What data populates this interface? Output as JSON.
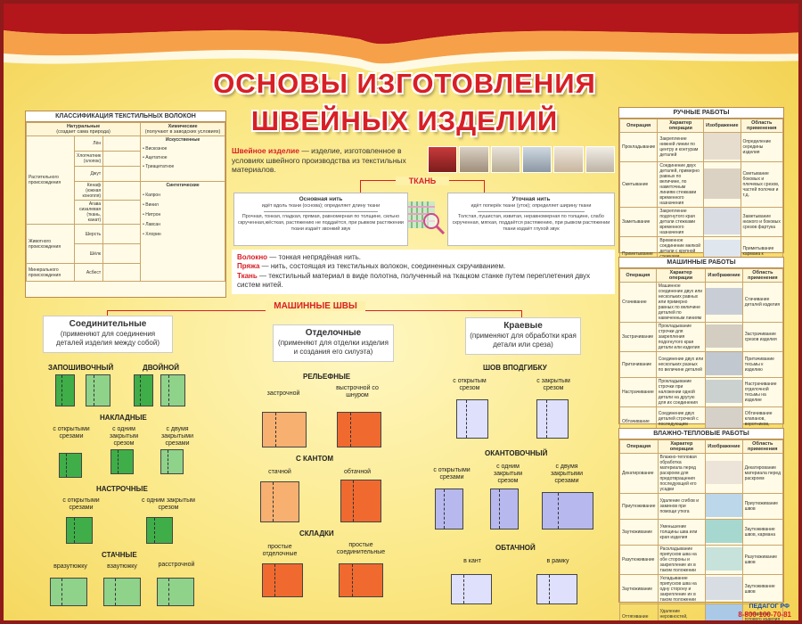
{
  "title": {
    "line1": "ОСНОВЫ ИЗГОТОВЛЕНИЯ",
    "line2": "ШВЕЙНЫХ ИЗДЕЛИЙ"
  },
  "classification": {
    "title": "КЛАССИФИКАЦИЯ ТЕКСТИЛЬНЫХ ВОЛОКОН",
    "natural": "Натуральные",
    "natural_sub": "(создает сама природа)",
    "chemical": "Химические",
    "chemical_sub": "(получают в заводских условиях)",
    "groups": [
      "Растительного происхождения",
      "Животного происхождения",
      "Минерального происхождения"
    ],
    "plants": [
      "Лён",
      "Хлопчатник (хлопок)",
      "Джут",
      "Кенаф (южная конопля)",
      "Агава сизалевая (ткань, канат)"
    ],
    "animal": [
      "Шерсть",
      "Шёлк"
    ],
    "mineral": [
      "Асбест"
    ],
    "artificial": "Искусственные",
    "artificial_items": [
      "Вискозное",
      "Ацетатное",
      "Триацетатное"
    ],
    "synthetic": "Синтетические",
    "synthetic_items": [
      "Капрон",
      "Винил",
      "Нитрон",
      "Лавсан",
      "Хлорин"
    ]
  },
  "center": {
    "def_term": "Швейное изделие",
    "def_text": " — изделие, изготовленное в условиях швейного производства из текстильных материалов.",
    "fabric": "ТКАНЬ",
    "warp_title": "Основная нить",
    "warp_sub": "идёт вдоль ткани (основа); определяет длину ткани",
    "warp_text": "Прочная, тонкая, гладкая, прямая, равномерная по толщине, сильно скрученная,жёсткая, растяжению не поддаётся, при рывком растяжении ткани издаёт звонкий звук",
    "weft_title": "Уточная нить",
    "weft_sub": "идёт поперёк ткани (уток); определяет ширину ткани",
    "weft_text": "Толстая, пушистая, извитая, неравномерная по толщине, слабо скрученная, мягкая, поддаётся растяжению, при рывком растяжении ткани издаёт глухой звук",
    "fiber_term": "Волокно",
    "fiber_text": " — тонкая непрядёная нить.",
    "yarn_term": "Пряжа",
    "yarn_text": " — нить, состоящая из текстильных волокон, соединенных скручиванием.",
    "cloth_term": "Ткань",
    "cloth_text": " — текстильный материал в виде полотна, полученный на ткацком станке путем переплетения двух систем нитей."
  },
  "seams": {
    "heading": "МАШИННЫЕ ШВЫ",
    "cats": [
      {
        "name": "Соединительные",
        "desc": "(применяют для соединения деталей изделия между собой)"
      },
      {
        "name": "Отделочные",
        "desc": "(применяют для отделки изделия и создания его силуэта)"
      },
      {
        "name": "Краевые",
        "desc": "(применяют для обработки края детали или среза)"
      }
    ],
    "labels": {
      "zaposhiv": "ЗАПОШИВОЧНЫЙ",
      "dvoinoi": "ДВОЙНОЙ",
      "nakladnye": "НАКЛАДНЫЕ",
      "open_cuts": "с открытыми срезами",
      "one_closed": "с одним закрытым срезом",
      "two_closed": "с двумя закрытыми срезами",
      "nastrochnye": "НАСТРОЧНЫЕ",
      "open_cuts2": "с открытыми срезами",
      "one_closed2": "с одним закрытым срезом",
      "stachnye": "СТАЧНЫЕ",
      "vrazutyuzhku": "вразутюжку",
      "vzautyuzhku": "взаутюжку",
      "rasstrochnoy": "расстрочной",
      "relefnye": "РЕЛЬЕФНЫЕ",
      "zastrochnoy": "застрочной",
      "vystrochnoy": "выстрочной со шнуром",
      "s_kantom": "С КАНТОМ",
      "stachnoy": "стачной",
      "obtachnoy": "обтачной",
      "skladki": "СКЛАДКИ",
      "prostye_otdel": "простые отделочные",
      "prostye_soed": "простые соединительные",
      "vpodgibku": "ШОВ ВПОДГИБКУ",
      "open_cut_k": "с открытым срезом",
      "closed_cut_k": "с закрытым срезом",
      "okantovochny": "ОКАНТОВОЧНЫЙ",
      "open_cuts_k": "с открытыми срезами",
      "one_closed_k": "с одним закрытым срезом",
      "two_closed_k": "с двумя закрытыми срезами",
      "obtachnoy_k": "ОБТАЧНОЙ",
      "v_kant": "в кант",
      "v_ramku": "в рамку"
    }
  },
  "right_tables": [
    {
      "title": "РУЧНЫЕ РАБОТЫ",
      "cols": [
        "Операция",
        "Характер операции",
        "Изображение",
        "Область применения"
      ],
      "rows": [
        [
          "Прокладывание",
          "Закрепление нижней линии по центру и контурам деталей",
          "Определение середины изделия"
        ],
        [
          "Сметывание",
          "Соединение двух деталей, примерно равных по величине, по наметочным линиям стежками временного назначения",
          "Сметывание боковых и плечевых срезов, частей полочки и т.д."
        ],
        [
          "Заметывание",
          "Закрепление подогнутого края детали стежками временного назначения",
          "Заметывание низкого и боковых срезов фартука"
        ],
        [
          "Приметывание",
          "Временное соединение мелкой детали с крупной стежками временного назначения",
          "Приметывание кармана к изделию"
        ]
      ]
    },
    {
      "title": "МАШИННЫЕ РАБОТЫ",
      "cols": [
        "Операция",
        "Характер операции",
        "Изображение",
        "Область применения"
      ],
      "rows": [
        [
          "Стачивание",
          "Машинное соединение двух или нескольких равных или примерно равных по величине деталей по намеченным линиям",
          "Стачивание деталей изделия"
        ],
        [
          "Застрачивание",
          "Прокладывание строчки для закрепления подогнутого края детали или изделия",
          "Застрачивание срезов изделия"
        ],
        [
          "Притачивание",
          "Соединение двух или нескольких разных по величине деталей",
          "Притачивание тесьмы к изделию"
        ],
        [
          "Настрачивание",
          "Прокладывание строчки при наложении одной детали на другую для их соединения",
          "Настрачивание отделочной тесьмы на изделие"
        ],
        [
          "Обтачивание",
          "Соединение двух деталей строчкой с последующим вывертыванием",
          "Обтачивание клапанов, воротников, манжет, пояса"
        ]
      ]
    },
    {
      "title": "ВЛАЖНО-ТЕПЛОВЫЕ РАБОТЫ",
      "cols": [
        "Операция",
        "Характер операции",
        "Изображение",
        "Область применения"
      ],
      "rows": [
        [
          "Декатирование",
          "Влажно-тепловая обработка материала перед раскроем для предотвращения последующей его усадки",
          "Декатирование материала перед раскроем"
        ],
        [
          "Приутюживание",
          "Удаление сгибов и заминов при помощи утюга",
          "Приутюживание швов"
        ],
        [
          "Заутюживание",
          "Уменьшение толщины шва или края изделия",
          "Заутюживание швов, кармана"
        ],
        [
          "Разутюживание",
          "Раскладывание припусков шва на обе стороны и закрепление их в таком положении",
          "Разутюживание швов"
        ],
        [
          "Заутюживание",
          "Укладывание припусков шва на одну сторону и закрепление их в таком положении",
          "Заутюживание швов"
        ],
        [
          "Оттягивание",
          "Удаление неровностей, стягивание ткани",
          "Оттягивание готового изделия"
        ]
      ]
    }
  ],
  "footer": {
    "logo": "ПЕДАГОГ РФ",
    "phone": "8-800-100-70-81"
  },
  "colors": {
    "title": "#d81f26",
    "frame": "#8e1a1a",
    "bg": "#fbe98a"
  }
}
